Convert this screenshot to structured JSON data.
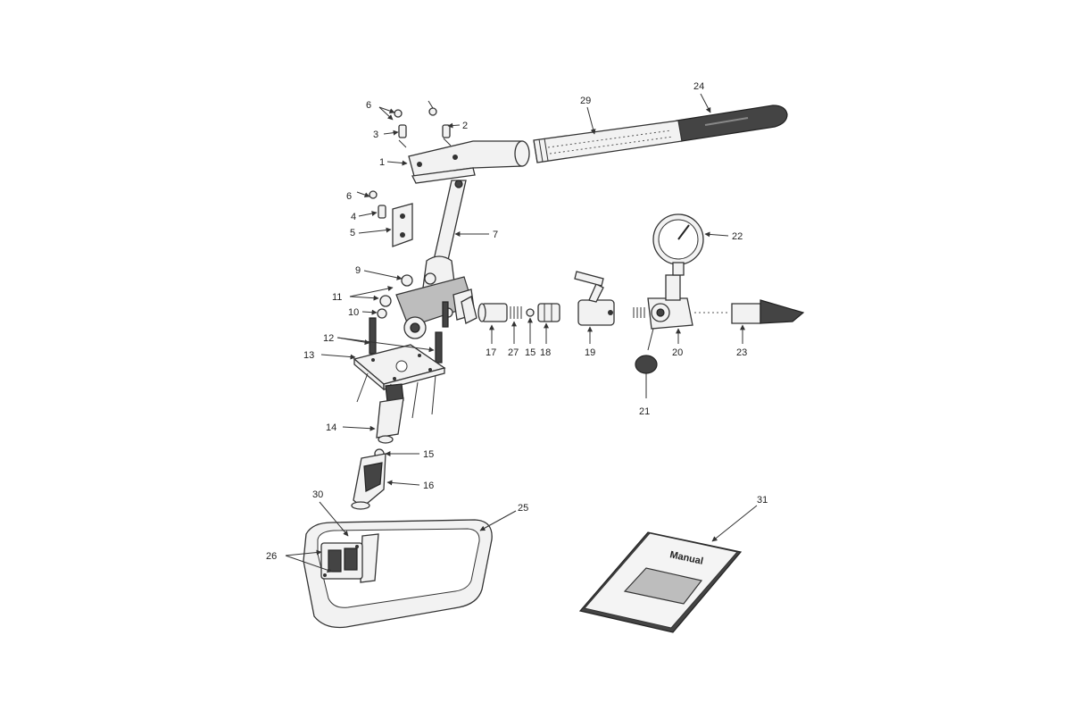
{
  "labels": {
    "n1": "1",
    "n2": "2",
    "n3": "3",
    "n4": "4",
    "n5": "5",
    "n6a": "6",
    "n6b": "6",
    "n7": "7",
    "n9": "9",
    "n10": "10",
    "n11": "11",
    "n12": "12",
    "n13": "13",
    "n14": "14",
    "n15a": "15",
    "n15b": "15",
    "n16": "16",
    "n17": "17",
    "n18": "18",
    "n19": "19",
    "n20": "20",
    "n21": "21",
    "n22": "22",
    "n23": "23",
    "n24": "24",
    "n25": "25",
    "n26": "26",
    "n27": "27",
    "n29": "29",
    "n30": "30",
    "n31": "31"
  },
  "manual": {
    "cover_text": "Manual"
  }
}
